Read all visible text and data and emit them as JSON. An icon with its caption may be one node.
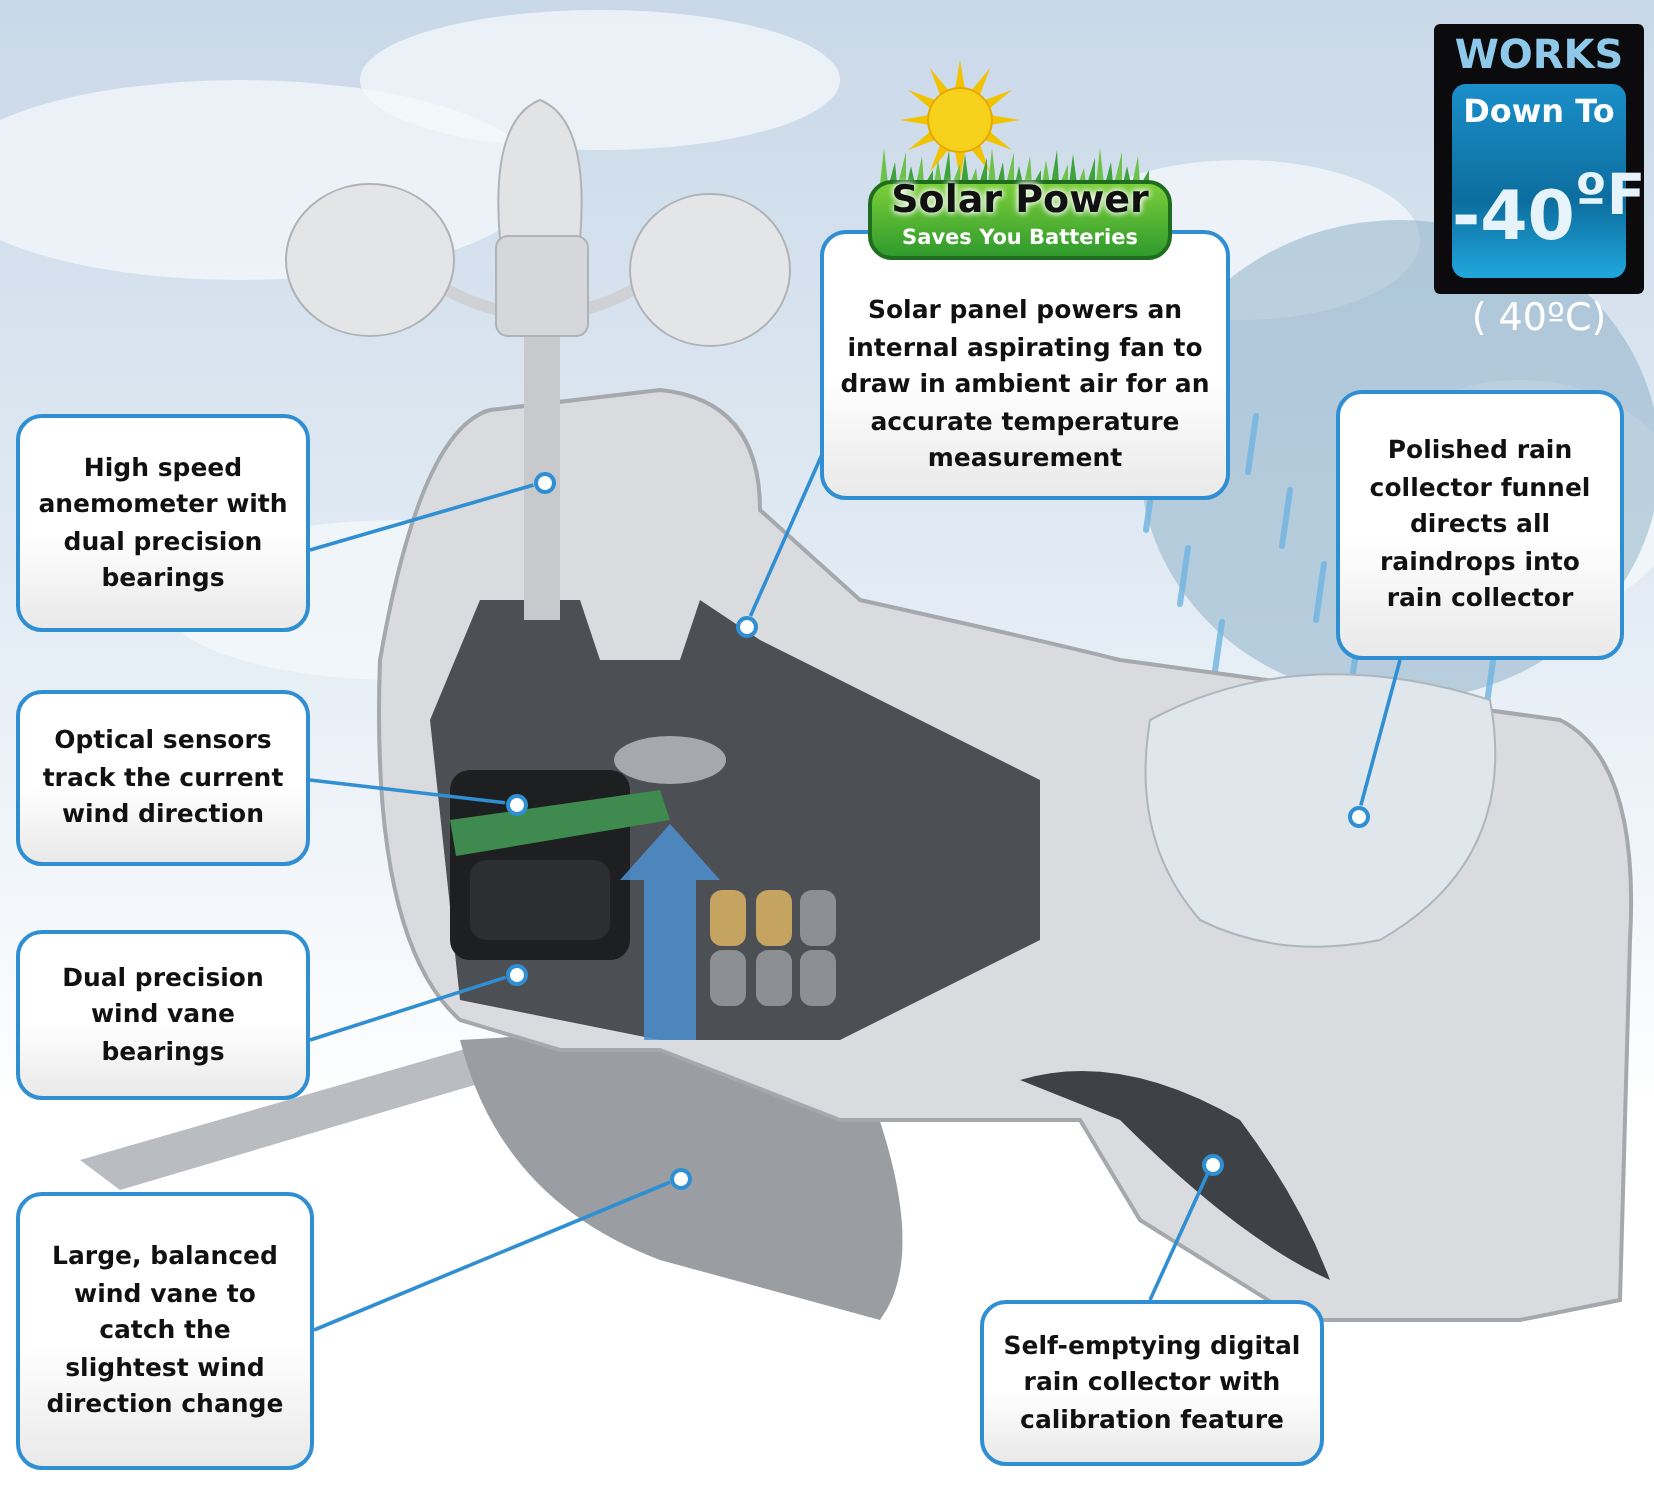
{
  "diagram": {
    "nodes": [
      {
        "text": [
          "High speed anemometer with dual precision bearings"
        ]
      },
      {
        "text": [
          "Optical sensors track the current wind direction"
        ]
      },
      {
        "text": [
          "Dual precision wind vane bearings"
        ]
      },
      {
        "text": [
          "Large, balanced wind vane to catch the slightest wind direction change"
        ]
      },
      {
        "text": [
          "Solar panel powers an internal aspirating fan to draw in ambient air for an accurate temperature measurement"
        ]
      },
      {
        "text": [
          "Polished rain collector funnel directs all raindrops into rain collector"
        ]
      },
      {
        "text": [
          "Self-emptying digital rain collector with calibration feature"
        ]
      },
      {
        "text": [],
        "shape": "circle"
      },
      {
        "text": [],
        "shape": "circle"
      },
      {
        "text": [],
        "shape": "circle"
      },
      {
        "text": [],
        "shape": "circle"
      },
      {
        "text": [],
        "shape": "circle"
      },
      {
        "text": [],
        "shape": "circle"
      },
      {
        "text": [],
        "shape": "circle"
      }
    ],
    "edges": [
      {
        "from": 0,
        "to": 7,
        "arrow": "none"
      },
      {
        "from": 1,
        "to": 8,
        "arrow": "none"
      },
      {
        "from": 2,
        "to": 9,
        "arrow": "none"
      },
      {
        "from": 3,
        "to": 10,
        "arrow": "none"
      },
      {
        "from": 4,
        "to": 11,
        "arrow": "none"
      },
      {
        "from": 5,
        "to": 12,
        "arrow": "none"
      },
      {
        "from": 6,
        "to": 13,
        "arrow": "none"
      }
    ],
    "labels": [
      "Solar Power",
      "Saves You Batteries",
      "WORKS",
      "Down To",
      "-40$^{ºF}$",
      "( 40ºC)"
    ]
  }
}
